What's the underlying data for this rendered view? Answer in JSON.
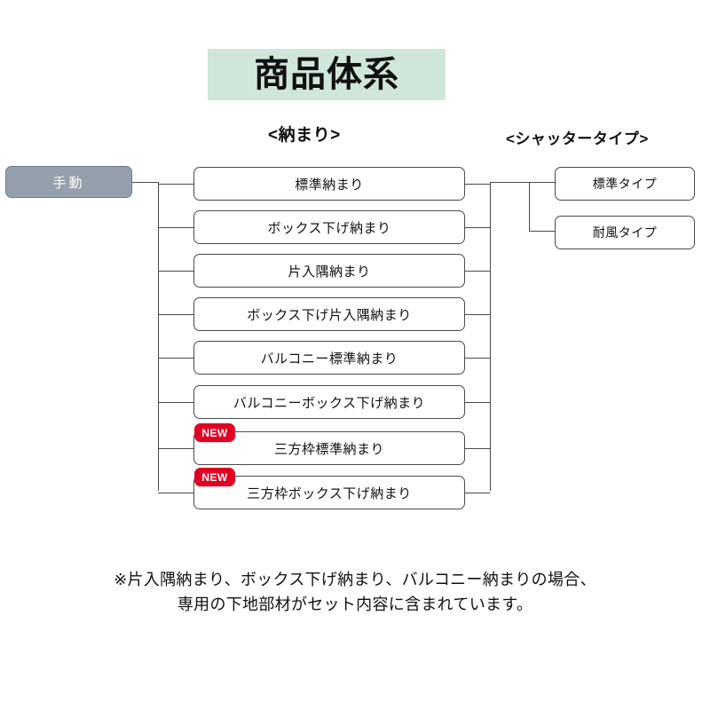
{
  "title": "商品体系",
  "theme": {
    "title_band_bg": "#d1e6da",
    "root_node_bg": "#95a0ac",
    "root_node_text": "#ffffff",
    "badge_bg": "#e00024",
    "badge_text": "#ffffff",
    "line_color": "#4a4a4a",
    "page_bg": "#ffffff"
  },
  "columns": {
    "osamari_header": "<納まり>",
    "shutter_header": "<シャッタータイプ>"
  },
  "root": {
    "label": "手動"
  },
  "osamari_items": [
    {
      "label": "標準納まり",
      "new": false,
      "badge": ""
    },
    {
      "label": "ボックス下げ納まり",
      "new": false,
      "badge": ""
    },
    {
      "label": "片入隅納まり",
      "new": false,
      "badge": ""
    },
    {
      "label": "ボックス下げ片入隅納まり",
      "new": false,
      "badge": ""
    },
    {
      "label": "バルコニー標準納まり",
      "new": false,
      "badge": ""
    },
    {
      "label": "バルコニーボックス下げ納まり",
      "new": false,
      "badge": ""
    },
    {
      "label": "三方枠標準納まり",
      "new": true,
      "badge": "NEW"
    },
    {
      "label": "三方枠ボックス下げ納まり",
      "new": true,
      "badge": "NEW"
    }
  ],
  "shutter_items": [
    {
      "label": "標準タイプ"
    },
    {
      "label": "耐風タイプ"
    }
  ],
  "footnote": {
    "line1": "※片入隅納まり、ボックス下げ納まり、バルコニー納まりの場合、",
    "line2": "専用の下地部材がセット内容に含まれています。"
  }
}
